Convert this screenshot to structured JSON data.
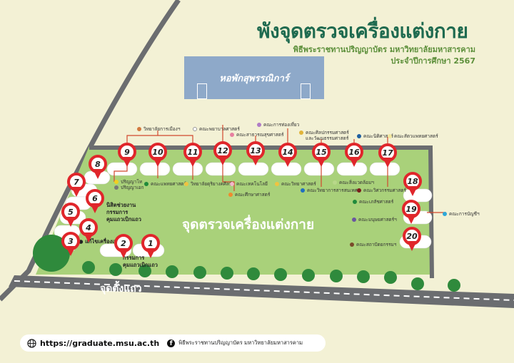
{
  "header": {
    "title": "พังจุดตรวจเครื่องแต่งกาย",
    "subtitle": "พิธีพระราชทานปริญญาบัตร มหาวิทยาลัยมหาสารคาม",
    "year_line": "ประจำปีการศึกษา 2567"
  },
  "landmarks": {
    "hall": "หอพักสุพรรณิการ์",
    "field": "จุดตรวจเครื่องแต่งกาย",
    "queue": "จุดตั้งแถว"
  },
  "colors": {
    "background": "#f3f1d5",
    "field": "#a9d17a",
    "road": "#6b6d70",
    "pin": "#e0262b",
    "title": "#1e6a4f",
    "hall": "#8ea9c9"
  },
  "stations": [
    {
      "number": "1",
      "label": "กรรมการคุมแถวเบิกแถว"
    },
    {
      "number": "2",
      "label": "กรรมการคุมแถวเบิกแถว"
    },
    {
      "number": "3",
      "label": "แก้ไขเครื่องแต่งกาย"
    },
    {
      "number": "4",
      "label": ""
    },
    {
      "number": "5",
      "label": "นิสิตช่วยงานกรรมการคุมแถวเบิกแถว"
    },
    {
      "number": "6",
      "label": ""
    },
    {
      "number": "7",
      "label": ""
    },
    {
      "number": "8",
      "label": ""
    },
    {
      "number": "9",
      "label": "ปริญญาโท / ปริญญาเอก"
    },
    {
      "number": "10",
      "label": "วิทยาลัยการเมืองฯ / คณะแพทยศาสตร์"
    },
    {
      "number": "11",
      "label": "วิทยาลัยดุริยางคศิลป์"
    },
    {
      "number": "12",
      "label": "คณะพยาบาลศาสตร์ / คณะศึกษาศาสตร์"
    },
    {
      "number": "13",
      "label": "คณะสาธารณสุขศาสตร์ / คณะเทคโนโลยี"
    },
    {
      "number": "14",
      "label": "คณะการท่องเที่ยว / คณะวิทยาศาสตร์"
    },
    {
      "number": "15",
      "label": "คณะศิลปกรรมศาสตร์และวัฒนธรรมศาสตร์ / คณะวิทยาการสารสนเทศ"
    },
    {
      "number": "16",
      "label": "คณะนิติศาสตร์ / คณะสิ่งแวดล้อมฯ"
    },
    {
      "number": "17",
      "label": "คณะสัตวแพทยศาสตร์ / คณะวิศวกรรมศาสตร์"
    },
    {
      "number": "18",
      "label": "คณะเภสัชศาสตร์"
    },
    {
      "number": "19",
      "label": "คณะมนุษยศาสตร์ฯ / คณะการบัญชีฯ"
    },
    {
      "number": "20",
      "label": "คณะสถาปัตยกรรมฯ"
    }
  ],
  "faculty_labels": {
    "politics": "วิทยาลัยการเมืองฯ",
    "nursing": "คณะพยาบาลศาสตร์",
    "public_health": "คณะสาธารณสุขศาสตร์",
    "tourism": "คณะการท่องเที่ยว",
    "fine_arts": "คณะศิลปกรรมศาสตร์",
    "fine_arts2": "และวัฒนธรรมศาสตร์",
    "law": "คณะนิติศาสตร์",
    "vet": "คณะสัตวแพทยศาสตร์",
    "masters": "ปริญญาโท",
    "doctoral": "ปริญญาเอก",
    "medicine": "คณะแพทยศาสตร์",
    "music": "วิทยาลัยดุริยางคศิลป์",
    "technology": "คณะเทคโนโลยี",
    "science": "คณะวิทยาศาสตร์",
    "education": "คณะศึกษาศาสตร์",
    "environment": "คณะสิ่งแวดล้อมฯ",
    "informatics": "คณะวิทยาการสารสนเทศ",
    "engineering": "คณะวิศวกรรมศาสตร์",
    "pharmacy": "คณะเภสัชศาสตร์",
    "humanities": "คณะมนุษยศาสตร์ฯ",
    "accounting": "คณะการบัญชีฯ",
    "architecture": "คณะสถาปัตยกรรมฯ",
    "dress_fix": "แก้ไขเครื่องแต่งกาย",
    "staff1_line1": "กรรมการ",
    "staff1_line2": "คุมแถวเบิกแถว",
    "staff2_line1": "นิสิตช่วยงาน",
    "staff2_line2": "กรรมการ",
    "staff2_line3": "คุมแถวเบิกแถว"
  },
  "footer": {
    "url": "https://graduate.msu.ac.th",
    "facebook": "พิธีพระราชทานปริญญาบัตร มหาวิทยาลัยมหาสารคาม",
    "globe_icon": "globe-icon",
    "facebook_icon": "facebook-icon"
  }
}
